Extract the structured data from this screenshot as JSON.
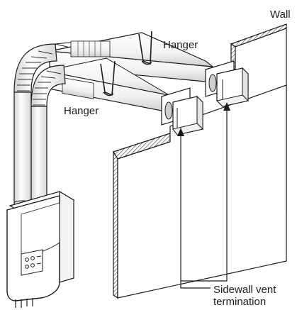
{
  "labels": {
    "wall": "Wall",
    "hanger_upper": "Hanger",
    "hanger_lower": "Hanger",
    "sidewall_line1": "Sidewall vent",
    "sidewall_line2": "termination"
  },
  "colors": {
    "stroke": "#1a1a1a",
    "fill": "#ffffff",
    "pipe_shade": "#d9d9d9",
    "hatch": "#555555"
  }
}
